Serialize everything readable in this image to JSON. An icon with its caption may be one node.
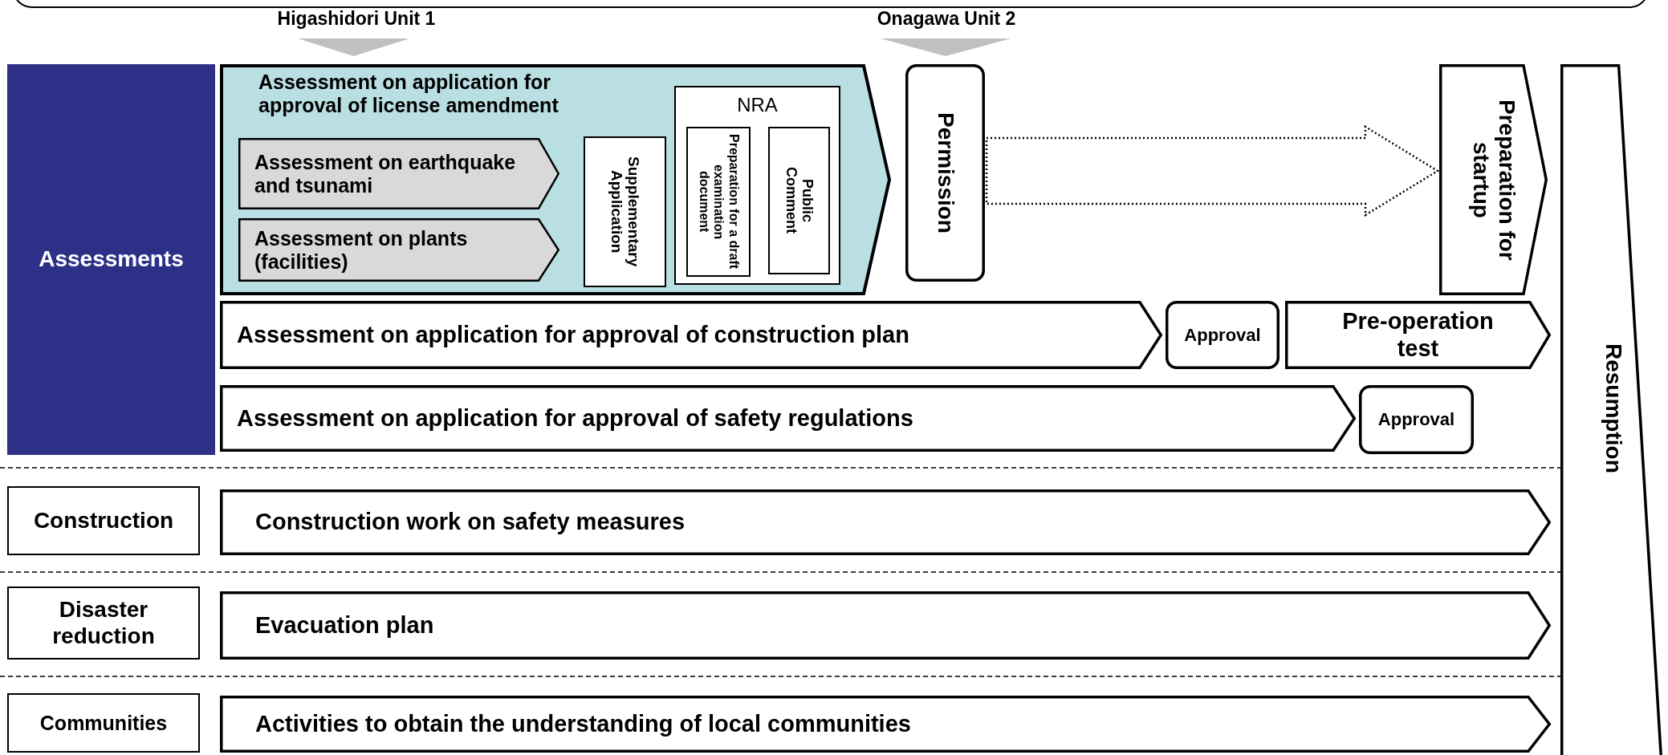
{
  "diagram": {
    "nodes": [
      {
        "text": [
          "Assessments"
        ]
      },
      {
        "text": [
          "Assessment on application for approval of license amendment"
        ]
      },
      {
        "text": [
          "Assessment on earthquake and tsunami"
        ],
        "in": 1
      },
      {
        "text": [
          "Assessment on plants (facilities)"
        ],
        "in": 1
      },
      {
        "text": [
          "Supplementary Application"
        ],
        "in": 1
      },
      {
        "text": [
          "NRA"
        ],
        "in": 1
      },
      {
        "text": [
          "Preparation for a draft examination document"
        ],
        "in": 5
      },
      {
        "text": [
          "Public Comment"
        ],
        "in": 5
      },
      {
        "text": [
          "Permission"
        ]
      },
      {
        "text": [
          "Preparation for startup"
        ]
      },
      {
        "text": [
          "Assessment on application for approval of construction plan"
        ]
      },
      {
        "text": [
          "Approval"
        ]
      },
      {
        "text": [
          "Pre-operation test"
        ]
      },
      {
        "text": [
          "Assessment on application for approval of safety regulations"
        ]
      },
      {
        "text": [
          "Approval"
        ]
      },
      {
        "text": [
          "Construction"
        ]
      },
      {
        "text": [
          "Construction work on safety measures"
        ]
      },
      {
        "text": [
          "Disaster reduction"
        ]
      },
      {
        "text": [
          "Evacuation plan"
        ]
      },
      {
        "text": [
          "Communities"
        ]
      },
      {
        "text": [
          "Activities to obtain the understanding of local communities"
        ]
      },
      {
        "text": [
          "Resumption"
        ]
      }
    ],
    "edges": [
      {
        "from": 8,
        "to": 9,
        "arrow": "to",
        "style": "dashed"
      }
    ],
    "labels": [
      "Higashidori Unit 1",
      "Onagawa Unit 2"
    ]
  }
}
